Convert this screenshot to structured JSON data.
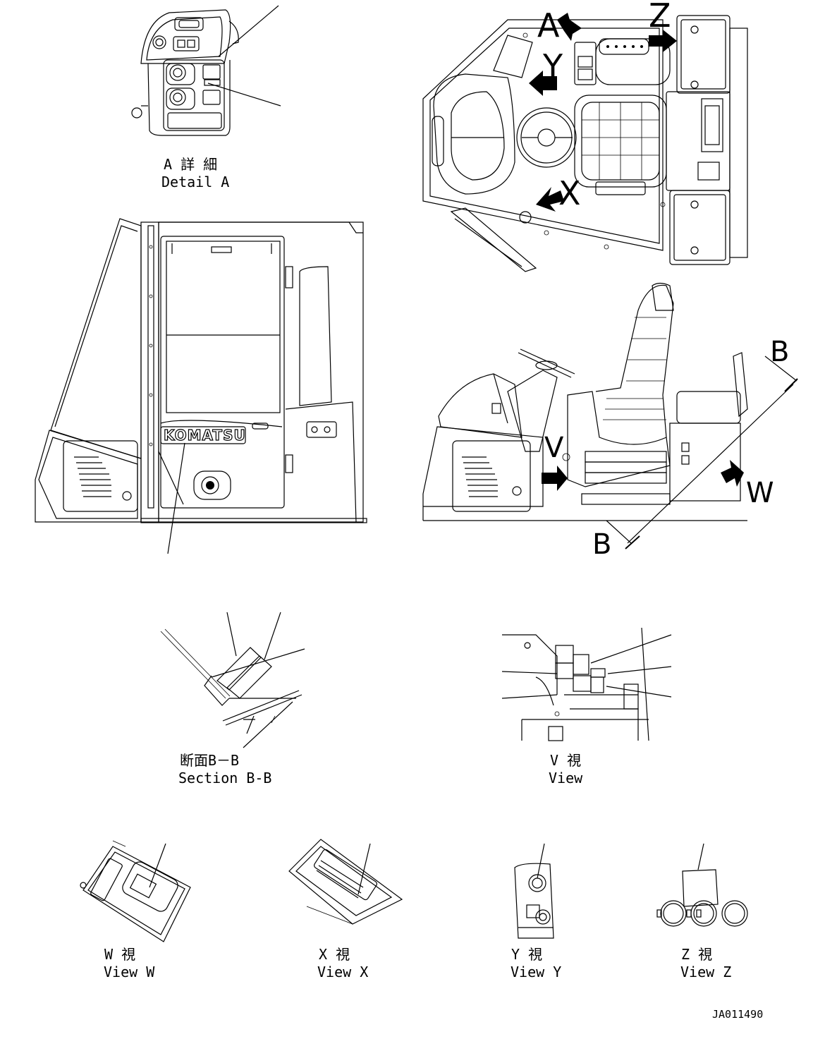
{
  "captions": {
    "detail_a_jp": "A 詳 細",
    "detail_a_en": "Detail A",
    "section_bb_jp": "断面B－B",
    "section_bb_en": "Section B-B",
    "view_v_jp": "V 視",
    "view_v_en": "View",
    "view_w_jp": "W 視",
    "view_w_en": "View W",
    "view_x_jp": "X 視",
    "view_x_en": "View X",
    "view_y_jp": "Y 視",
    "view_y_en": "View Y",
    "view_z_jp": "Z 視",
    "view_z_en": "View Z"
  },
  "markers": {
    "a": "A",
    "y": "Y",
    "z": "Z",
    "x": "X",
    "v": "V",
    "w": "W",
    "b_top": "B",
    "b_bottom": "B"
  },
  "logo_text": "KOMATSU",
  "drawing_number": "JA011490"
}
